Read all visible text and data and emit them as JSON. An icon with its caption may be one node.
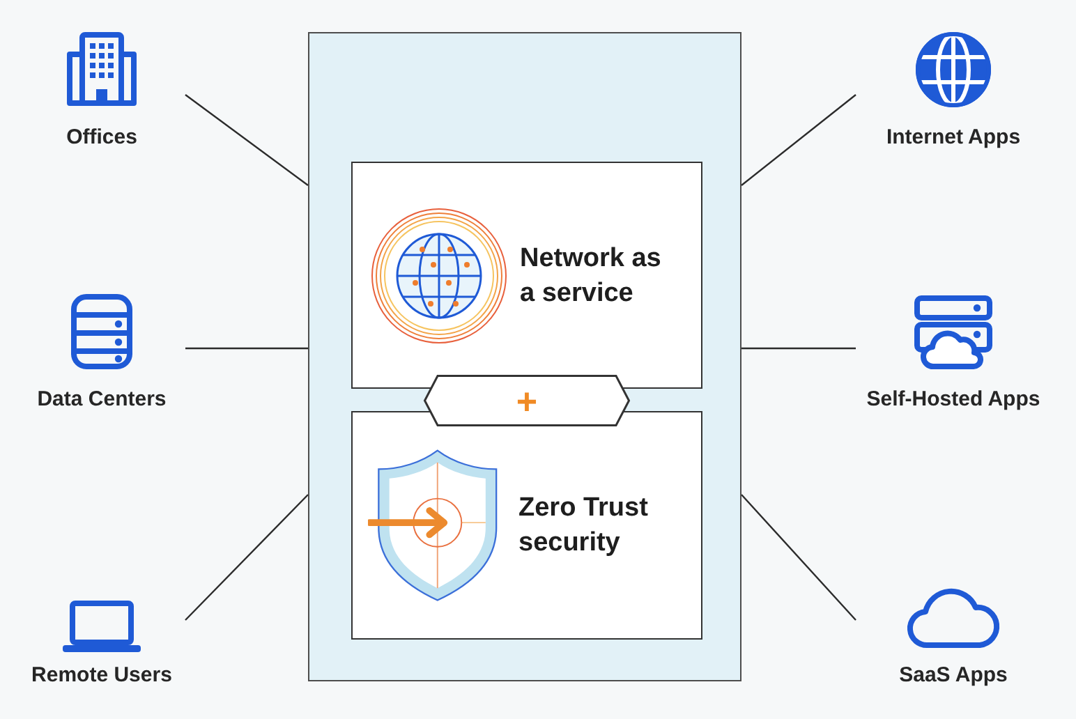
{
  "diagram": {
    "nodes": [
      {
        "text": [
          "Offices"
        ]
      },
      {
        "text": [
          "Internet Apps"
        ]
      },
      {
        "text": [],
        "shape": "box"
      },
      {
        "text": [
          "Network as a service"
        ],
        "in": 2
      },
      {
        "text": [
          "+"
        ],
        "in": 2
      },
      {
        "text": [
          "Zero Trust security"
        ],
        "in": 2
      },
      {
        "text": [
          "Data Centers"
        ]
      },
      {
        "text": [
          "Self-Hosted Apps"
        ]
      },
      {
        "text": [
          "Remote Users"
        ]
      },
      {
        "text": [
          "SaaS Apps"
        ]
      }
    ],
    "edges": [
      {
        "from": 0,
        "to": 2,
        "arrow": "none"
      },
      {
        "from": 1,
        "to": 2,
        "arrow": "none"
      },
      {
        "from": 6,
        "to": 2,
        "arrow": "none"
      },
      {
        "from": 7,
        "to": 2,
        "arrow": "none"
      },
      {
        "from": 8,
        "to": 2,
        "arrow": "none"
      },
      {
        "from": 9,
        "to": 2,
        "arrow": "none"
      }
    ]
  }
}
